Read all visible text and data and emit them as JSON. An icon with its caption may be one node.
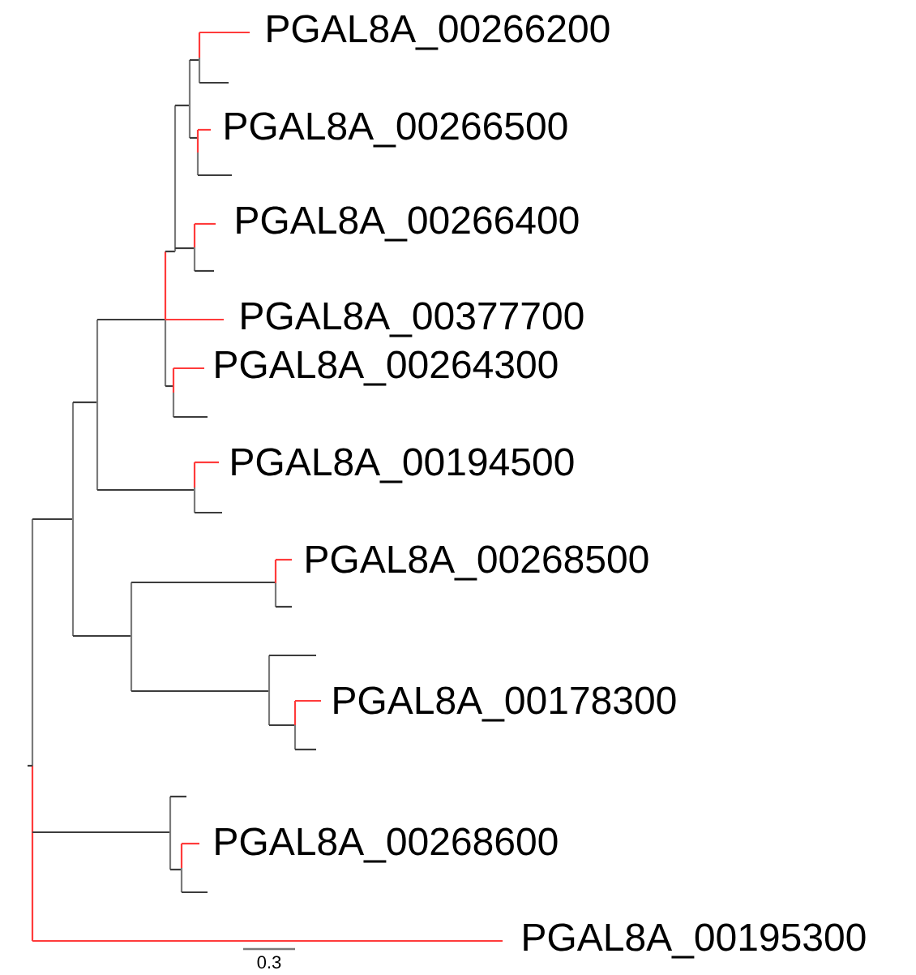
{
  "diagram": {
    "nodes": [
      {
        "text": [
          "PGAL8A_00266200"
        ]
      },
      {
        "text": [
          "PGAL8A_00266500"
        ]
      },
      {
        "text": [
          "PGAL8A_00266400"
        ]
      },
      {
        "text": [
          "PGAL8A_00377700"
        ]
      },
      {
        "text": [
          "PGAL8A_00264300"
        ]
      },
      {
        "text": [
          "PGAL8A_00194500"
        ]
      },
      {
        "text": [
          "PGAL8A_00268500"
        ]
      },
      {
        "text": [
          "PGAL8A_00178300"
        ]
      },
      {
        "text": [
          "PGAL8A_00268600"
        ]
      },
      {
        "text": [
          "PGAL8A_00195300"
        ]
      }
    ],
    "labels": [
      "0.3"
    ]
  }
}
